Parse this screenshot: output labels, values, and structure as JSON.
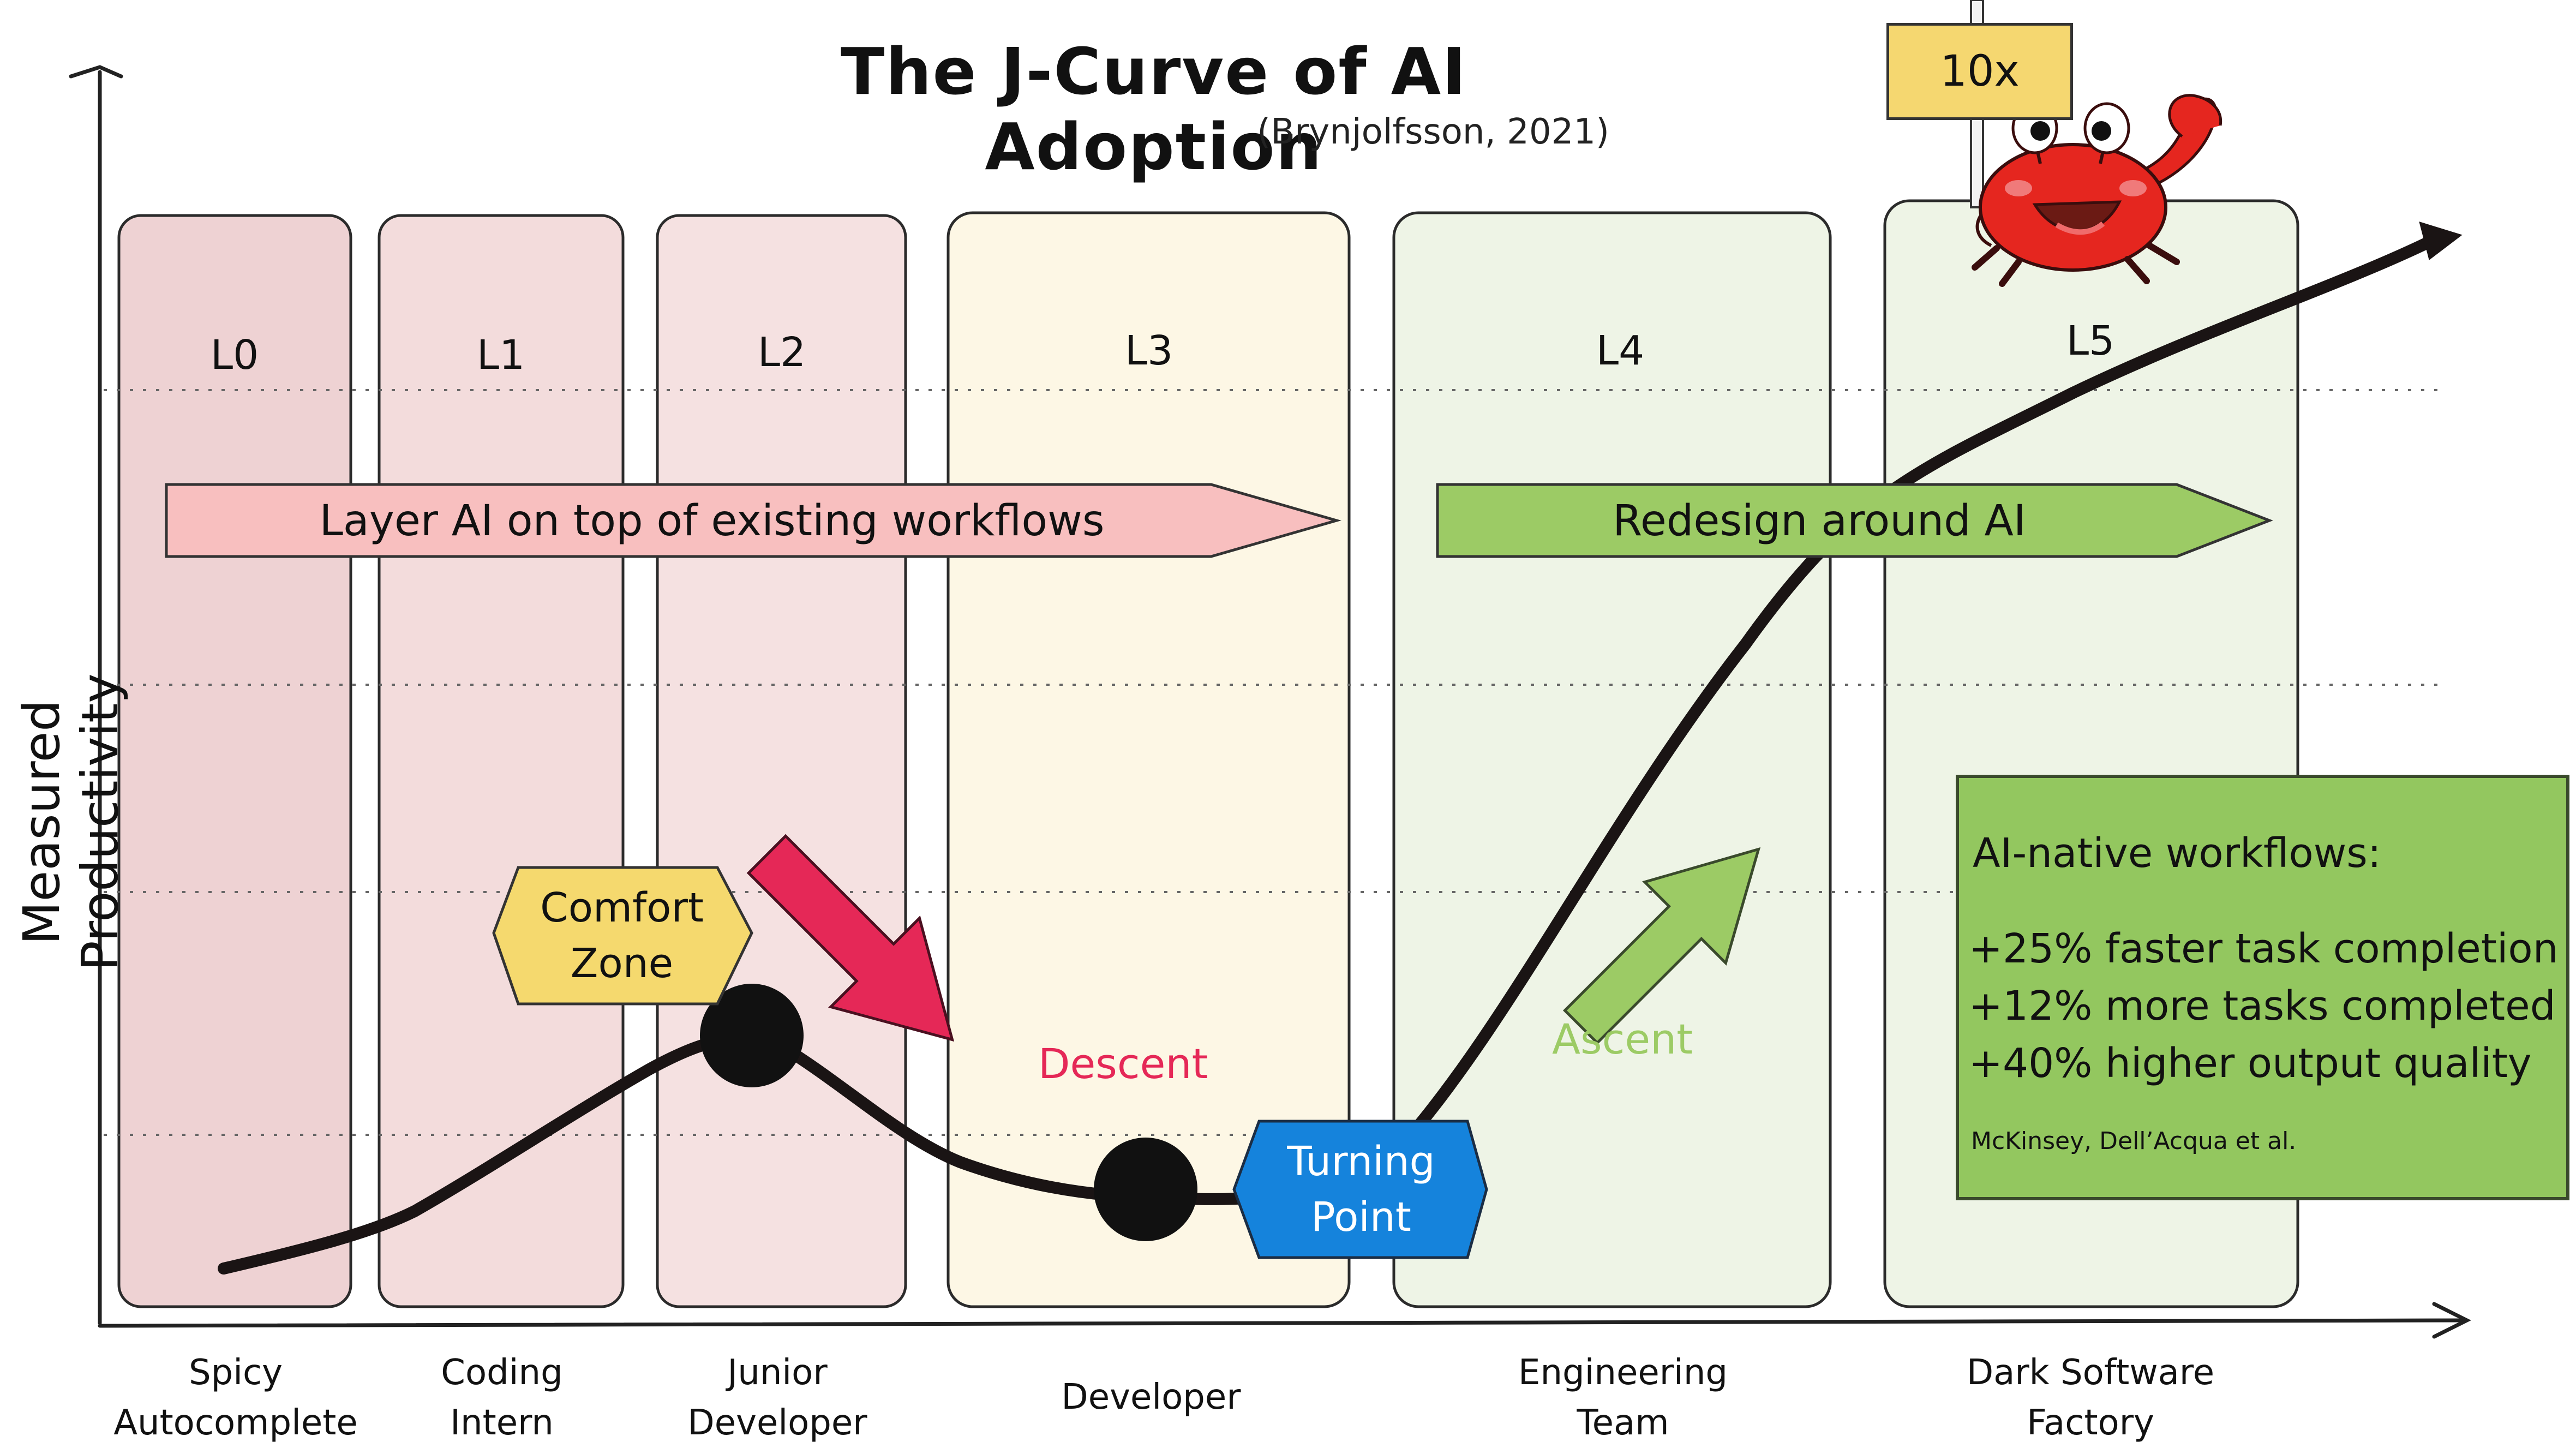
{
  "title": "The J-Curve of AI Adoption",
  "subtitle": "(Brynjolfsson, 2021)",
  "y_axis_label": "Measured Productivity",
  "levels": [
    {
      "code": "L0",
      "name_line1": "Spicy",
      "name_line2": "Autocomplete",
      "color": "#eed2d3"
    },
    {
      "code": "L1",
      "name_line1": "Coding",
      "name_line2": "Intern",
      "color": "#f3dcdc"
    },
    {
      "code": "L2",
      "name_line1": "Junior",
      "name_line2": "Developer",
      "color": "#f5e1e1"
    },
    {
      "code": "L3",
      "name_line1": "Developer",
      "name_line2": "",
      "color": "#fdf7e5"
    },
    {
      "code": "L4",
      "name_line1": "Engineering",
      "name_line2": "Team",
      "color": "#eef4e6"
    },
    {
      "code": "L5",
      "name_line1": "Dark Software",
      "name_line2": "Factory",
      "color": "#eef4e6"
    }
  ],
  "banners": {
    "layer": {
      "text": "Layer AI on top of existing workflows",
      "color": "#f8bfbf"
    },
    "redesign": {
      "text": "Redesign around AI",
      "color": "#9ccb65"
    }
  },
  "callouts": {
    "comfort_line1": "Comfort",
    "comfort_line2": "Zone",
    "comfort_color": "#f5d96e",
    "turning_line1": "Turning",
    "turning_line2": "Point",
    "turning_color": "#1583dc",
    "descent": "Descent",
    "descent_color": "#e52857",
    "ascent": "Ascent",
    "ascent_color": "#9ccb65"
  },
  "stats_box": {
    "heading": "AI-native workflows:",
    "items": [
      "+25% faster task completion",
      "+12% more tasks completed",
      "+40% higher output quality"
    ],
    "source": "McKinsey, Dell’Acqua et al."
  },
  "sign_text": "10x",
  "mascot_icon": "crab-icon"
}
